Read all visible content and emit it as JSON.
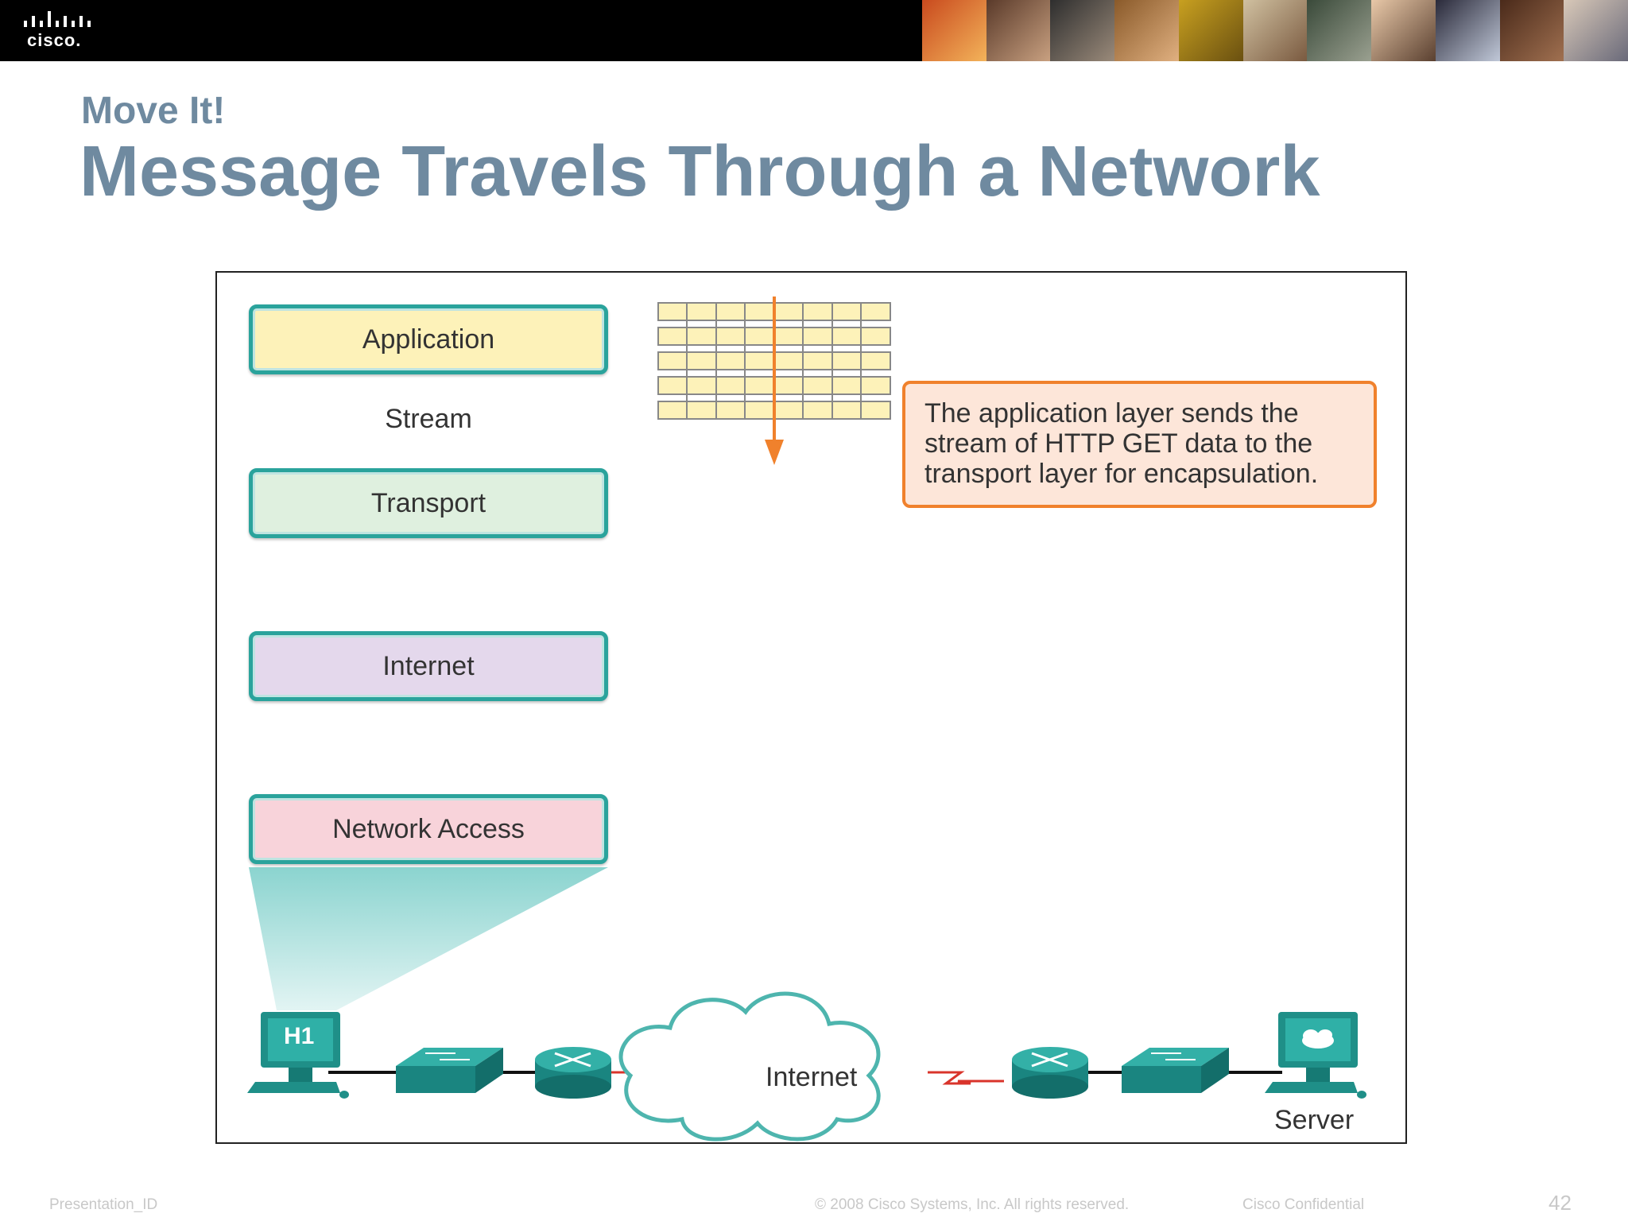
{
  "header": {
    "logo_text": "cisco.",
    "photo_strip": "people-photo-strip"
  },
  "slide": {
    "subtitle": "Move It!",
    "title": "Message Travels Through a Network"
  },
  "diagram": {
    "layers": [
      {
        "label": "Application",
        "color": "#fdf2b9"
      },
      {
        "label": "Transport",
        "color": "#dff0df"
      },
      {
        "label": "Internet",
        "color": "#e4d8ec"
      },
      {
        "label": "Network Access",
        "color": "#f8d3da"
      }
    ],
    "stream_label": "Stream",
    "callout": "The application layer sends the stream of HTTP GET data to the transport layer for encapsulation.",
    "host_label": "H1",
    "cloud_label": "Internet",
    "server_label": "Server",
    "colors": {
      "device": "#1f8f88",
      "accent": "#f0812c",
      "link_red": "#d9342b"
    }
  },
  "footer": {
    "presentation_id": "Presentation_ID",
    "copyright": "© 2008 Cisco Systems, Inc. All rights reserved.",
    "confidential": "Cisco Confidential",
    "page_number": "42"
  }
}
